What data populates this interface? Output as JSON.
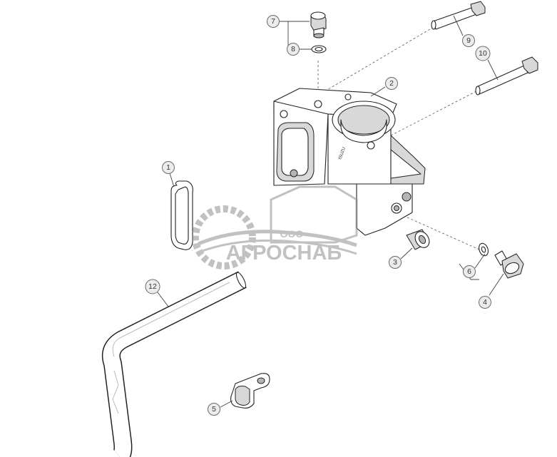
{
  "callouts": [
    {
      "id": "7",
      "label": "7"
    },
    {
      "id": "8",
      "label": "8"
    },
    {
      "id": "9",
      "label": "9"
    },
    {
      "id": "10",
      "label": "10"
    },
    {
      "id": "2",
      "label": "2"
    },
    {
      "id": "1",
      "label": "1"
    },
    {
      "id": "12",
      "label": "12"
    },
    {
      "id": "3",
      "label": "3"
    },
    {
      "id": "6",
      "label": "6"
    },
    {
      "id": "4",
      "label": "4"
    },
    {
      "id": "5",
      "label": "5"
    }
  ],
  "watermark": {
    "company_form": "ООО",
    "company_name": "АГРОСНАБ"
  },
  "colors": {
    "line": "#222222",
    "callout_fill": "#ececec",
    "watermark": "#8f8f8f"
  }
}
